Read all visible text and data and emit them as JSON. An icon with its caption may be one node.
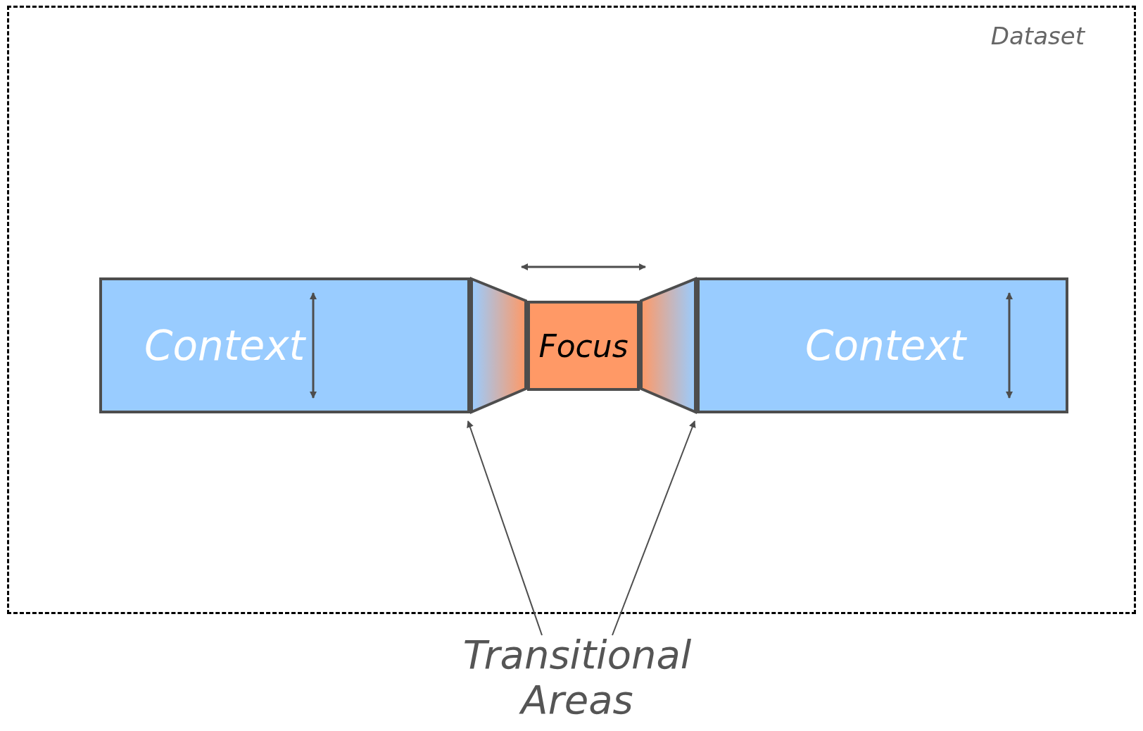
{
  "diagram": {
    "nodes": [
      {
        "text": [
          "Dataset"
        ]
      },
      {
        "text": [
          "Context"
        ],
        "in": 0
      },
      {
        "text": [],
        "shape": "trapezoid",
        "in": 0
      },
      {
        "text": [
          "Focus"
        ],
        "in": 0
      },
      {
        "text": [],
        "shape": "trapezoid",
        "in": 0
      },
      {
        "text": [
          "Context"
        ],
        "in": 0
      },
      {
        "text": [
          "Transitional Areas"
        ]
      }
    ],
    "edges": [
      {
        "from": 6,
        "to": 2,
        "arrow": "to"
      },
      {
        "from": 6,
        "to": 4,
        "arrow": "to"
      }
    ]
  }
}
